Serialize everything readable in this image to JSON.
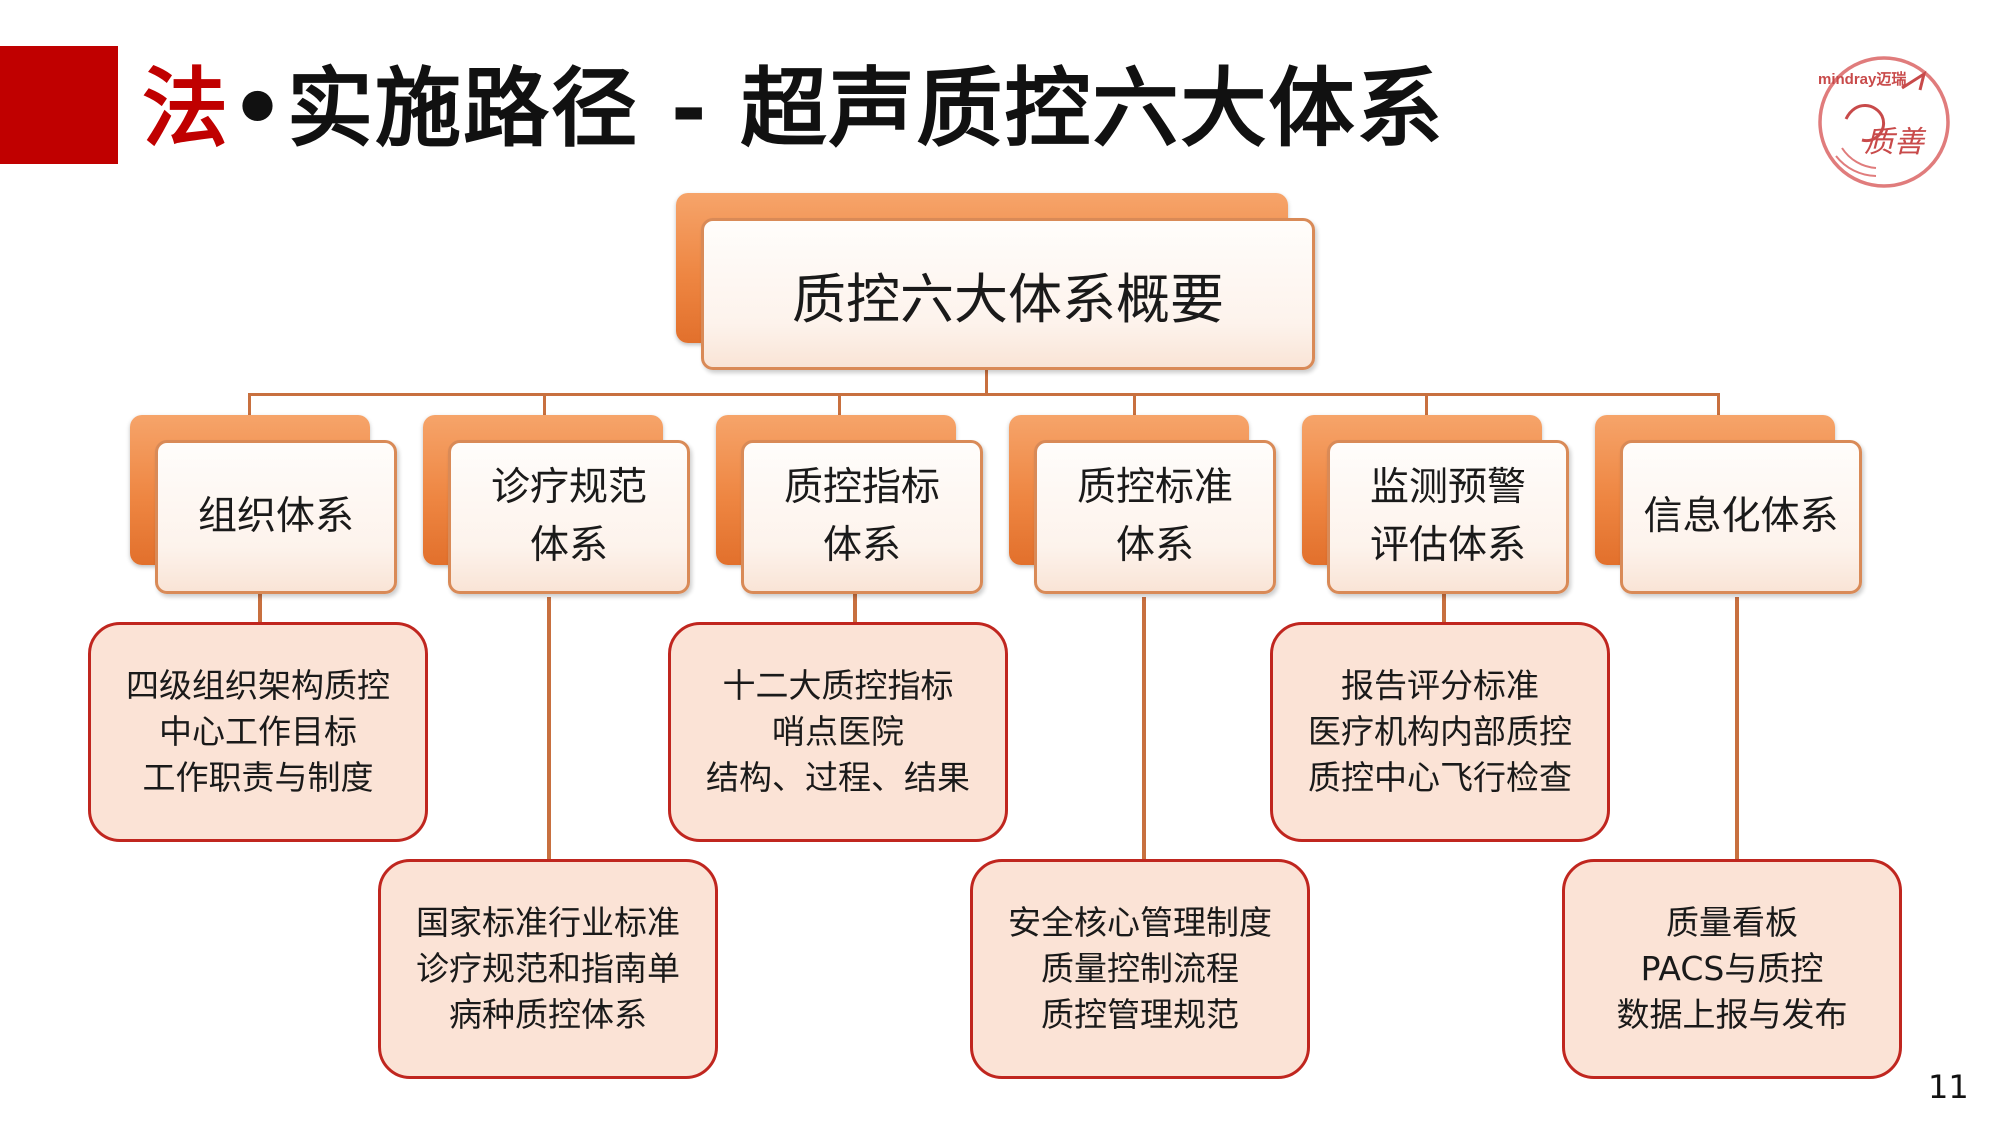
{
  "title": {
    "prefix": "法",
    "text": "•实施路径 - 超声质控六大体系"
  },
  "logo": {
    "brand": "mindray迈瑞",
    "signature": "质善",
    "colors": {
      "circle": "#e07c7c",
      "text": "#c84a4a"
    }
  },
  "root": {
    "label": "质控六大体系概要"
  },
  "categories": [
    {
      "label_lines": [
        "组织体系"
      ]
    },
    {
      "label_lines": [
        "诊疗规范",
        "体系"
      ]
    },
    {
      "label_lines": [
        "质控指标",
        "体系"
      ]
    },
    {
      "label_lines": [
        "质控标准",
        "体系"
      ]
    },
    {
      "label_lines": [
        "监测预警",
        "评估体系"
      ]
    },
    {
      "label_lines": [
        "信息化体系"
      ]
    }
  ],
  "details": [
    {
      "lines": [
        "四级组织架构质控",
        "中心工作目标",
        "工作职责与制度"
      ]
    },
    {
      "lines": [
        "国家标准行业标准",
        "诊疗规范和指南单",
        "病种质控体系"
      ]
    },
    {
      "lines": [
        "十二大质控指标",
        "哨点医院",
        "结构、过程、结果"
      ]
    },
    {
      "lines": [
        "安全核心管理制度",
        "质量控制流程",
        "质控管理规范"
      ]
    },
    {
      "lines": [
        "报告评分标准",
        "医疗机构内部质控",
        "质控中心飞行检查"
      ]
    },
    {
      "lines": [
        "质量看板",
        "PACS与质控",
        "数据上报与发布"
      ]
    }
  ],
  "page_number": "11",
  "colors": {
    "accent_red": "#c00000",
    "card_orange": "#ee8642",
    "detail_fill": "#fbe3d6",
    "detail_border": "#c0261f",
    "connector": "#c8703f"
  }
}
